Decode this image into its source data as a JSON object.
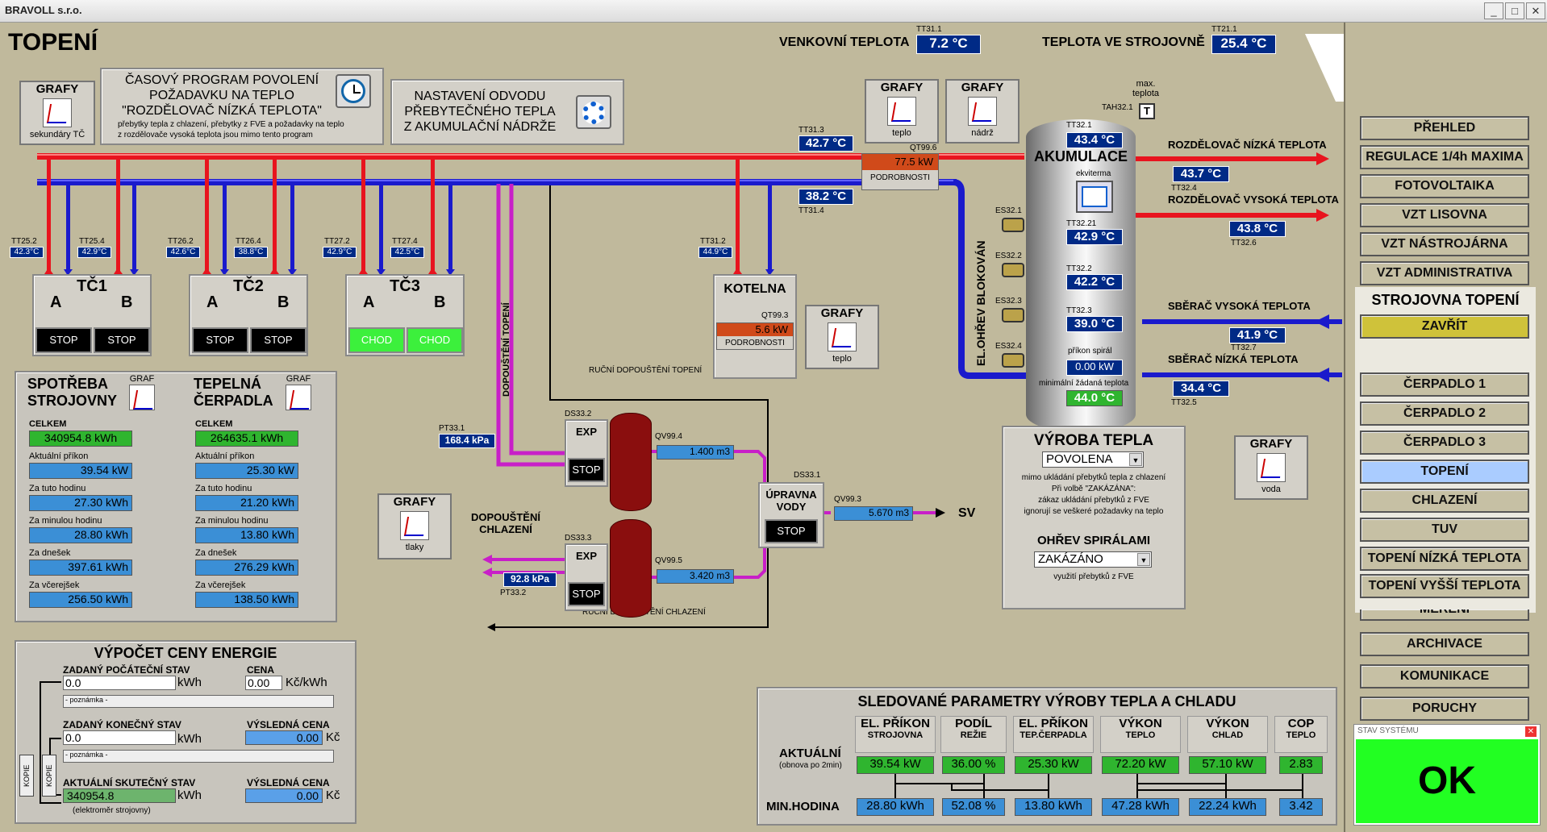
{
  "window": {
    "title": "BRAVOLL s.r.o.",
    "min": "_",
    "max": "□",
    "close": "✕"
  },
  "page": {
    "title": "TOPENÍ"
  },
  "top": {
    "venk_label": "VENKOVNÍ TEPLOTA",
    "venk_tag": "TT31.1",
    "venk_val": "7.2 °C",
    "stroj_label": "TEPLOTA VE STROJOVNĚ",
    "stroj_tag": "TT21.1",
    "stroj_val": "25.4 °C"
  },
  "grafy": {
    "label": "GRAFY",
    "sekundary": "sekundáry TČ",
    "teplo": "teplo",
    "nadrz": "nádrž",
    "tlaky": "tlaky",
    "voda": "voda",
    "teplo2": "teplo"
  },
  "program": {
    "line1": "ČASOVÝ PROGRAM POVOLENÍ",
    "line2": "POŽADAVKU NA TEPLO",
    "line3": "\"ROZDĚLOVAČ NÍZKÁ TEPLOTA\"",
    "note1": "přebytky tepla z chlazení, přebytky z FVE a požadavky na teplo",
    "note2": "z rozdělovače vysoká teplota jsou mimo tento program"
  },
  "odvod": {
    "line1": "NASTAVENÍ ODVODU",
    "line2": "PŘEBYTEČNÉHO TEPLA",
    "line3": "Z AKUMULAČNÍ NÁDRŽE"
  },
  "sensors": {
    "tt313_tag": "TT31.3",
    "tt313": "42.7 °C",
    "tt314_tag": "TT31.4",
    "tt314": "38.2 °C",
    "qt996_tag": "QT99.6",
    "qt996": "77.5 kW",
    "podrobnosti": "PODROBNOSTI",
    "tt252_tag": "TT25.2",
    "tt252": "42.3°C",
    "tt254_tag": "TT25.4",
    "tt254": "42.9°C",
    "tt262_tag": "TT26.2",
    "tt262": "42.6°C",
    "tt264_tag": "TT26.4",
    "tt264": "38.8°C",
    "tt272_tag": "TT27.2",
    "tt272": "42.9°C",
    "tt274_tag": "TT27.4",
    "tt274": "42.5°C",
    "tt312_tag": "TT31.2",
    "tt312": "44.9°C"
  },
  "tc": [
    {
      "name": "TČ1",
      "a": "A",
      "b": "B",
      "sa": "STOP",
      "sb": "STOP"
    },
    {
      "name": "TČ2",
      "a": "A",
      "b": "B",
      "sa": "STOP",
      "sb": "STOP"
    },
    {
      "name": "TČ3",
      "a": "A",
      "b": "B",
      "sa": "CHOD",
      "sb": "CHOD"
    }
  ],
  "kotelna": {
    "title": "KOTELNA",
    "tag": "QT99.3",
    "val": "5.6 kW",
    "pod": "PODROBNOSTI"
  },
  "akum": {
    "title": "AKUMULACE",
    "ekviterm": "ekviterma",
    "max": "max.",
    "teplota": "teplota",
    "tah": "TAH32.1",
    "t": "T",
    "tt321_tag": "TT32.1",
    "tt321": "43.4 °C",
    "tt3221_tag": "TT32.21",
    "tt3221": "42.9 °C",
    "tt322_tag": "TT32.2",
    "tt322": "42.2 °C",
    "tt323_tag": "TT32.3",
    "tt323": "39.0 °C",
    "prikon_label": "příkon spirál",
    "prikon": "0.00 kW",
    "min_label": "minimální žádaná teplota",
    "min": "44.0 °C",
    "elohrev": "EL.OHŘEV BLOKOVÁN",
    "es1": "ES32.1",
    "es2": "ES32.2",
    "es3": "ES32.3",
    "es4": "ES32.4"
  },
  "right_pipes": {
    "rnt": "ROZDĚLOVAČ NÍZKÁ TEPLOTA",
    "rnt_val": "43.7 °C",
    "rnt_tag": "TT32.4",
    "rvt": "ROZDĚLOVAČ VYSOKÁ TEPLOTA",
    "rvt_val": "43.8 °C",
    "rvt_tag": "TT32.6",
    "svt": "SBĚRAČ VYSOKÁ TEPLOTA",
    "svt_val": "41.9 °C",
    "svt_tag": "TT32.7",
    "snt": "SBĚRAČ NÍZKÁ TEPLOTA",
    "snt_val": "34.4 °C",
    "snt_tag": "TT32.5"
  },
  "water": {
    "dopousteni_topeni": "DOPOUŠTĚNÍ TOPENÍ",
    "rucni_topeni": "RUČNÍ DOPOUŠTĚNÍ TOPENÍ",
    "rucni_chlazeni": "RUČNÍ DOPOUŠTĚNÍ CHLAZENÍ",
    "dop_chlazeni1": "DOPOUŠTĚNÍ",
    "dop_chlazeni2": "CHLAZENÍ",
    "pt331_tag": "PT33.1",
    "pt331": "168.4 kPa",
    "pt332_tag": "PT33.2",
    "pt332": "92.8 kPa",
    "ds332": "DS33.2",
    "ds333": "DS33.3",
    "ds331": "DS33.1",
    "exp": "EXP",
    "stop": "STOP",
    "qv994_tag": "QV99.4",
    "qv994": "1.400 m3",
    "qv995_tag": "QV99.5",
    "qv995": "3.420 m3",
    "qv993_tag": "QV99.3",
    "qv993": "5.670 m3",
    "upravna1": "ÚPRAVNA",
    "upravna2": "VODY",
    "sv": "SV"
  },
  "vyroba": {
    "title": "VÝROBA TEPLA",
    "select": "POVOLENA",
    "n1": "mimo ukládání přebytků tepla z chlazení",
    "n2": "Při volbě \"ZAKÁZÁNA\":",
    "n3": "zákaz ukládání přebytků z FVE",
    "n4": "ignorují se veškeré požadavky na teplo",
    "ohrev": "OHŘEV SPIRÁLAMI",
    "select2": "ZAKÁZÁNO",
    "n5": "využití přebytků z FVE"
  },
  "spotreba": {
    "t1": "SPOTŘEBA",
    "t2": "STROJOVNY",
    "graf": "GRAF",
    "celkem_l": "CELKEM",
    "celkem": "340954.8 kWh",
    "ap_l": "Aktuální příkon",
    "ap": "39.54 kW",
    "tuh_l": "Za tuto hodinu",
    "tuh": "27.30 kWh",
    "min_l": "Za minulou hodinu",
    "min": "28.80 kWh",
    "dnes_l": "Za dnešek",
    "dnes": "397.61 kWh",
    "vcer_l": "Za včerejšek",
    "vcer": "256.50 kWh"
  },
  "cerpadla": {
    "t1": "TEPELNÁ",
    "t2": "ČERPADLA",
    "graf": "GRAF",
    "celkem_l": "CELKEM",
    "celkem": "264635.1 kWh",
    "ap_l": "Aktuální příkon",
    "ap": "25.30 kW",
    "tuh_l": "Za tuto hodinu",
    "tuh": "21.20 kWh",
    "min_l": "Za minulou hodinu",
    "min": "13.80 kWh",
    "dnes_l": "Za dnešek",
    "dnes": "276.29 kWh",
    "vcer_l": "Za včerejšek",
    "vcer": "138.50 kWh"
  },
  "cena": {
    "title": "VÝPOČET CENY ENERGIE",
    "poc_l": "ZADANÝ POČÁTEČNÍ STAV",
    "poc": "0.0",
    "kwh": "kWh",
    "cena_l": "CENA",
    "cena": "0.00",
    "kc_kwh": "Kč/kWh",
    "poznamka": "- poznámka -",
    "kon_l": "ZADANÝ KONEČNÝ STAV",
    "kon": "0.0",
    "vysl_l": "VÝSLEDNÁ CENA",
    "vysl1": "0.00",
    "kc": "Kč",
    "akt_l": "AKTUÁLNÍ SKUTEČNÝ STAV",
    "akt": "340954.8",
    "elektromer": "(elektroměr strojovny)",
    "vysl2": "0.00",
    "kopie": "KOPIE"
  },
  "param": {
    "title": "SLEDOVANÉ PARAMETRY VÝROBY TEPLA A CHLADU",
    "cols": [
      {
        "h1": "EL. PŘÍKON",
        "h2": "STROJOVNA",
        "a": "39.54 kW",
        "m": "28.80 kWh"
      },
      {
        "h1": "PODÍL",
        "h2": "REŽIE",
        "a": "36.00 %",
        "m": "52.08 %"
      },
      {
        "h1": "EL. PŘÍKON",
        "h2": "TEP.ČERPADLA",
        "a": "25.30 kW",
        "m": "13.80 kWh"
      },
      {
        "h1": "VÝKON",
        "h2": "TEPLO",
        "a": "72.20 kW",
        "m": "47.28 kWh"
      },
      {
        "h1": "VÝKON",
        "h2": "CHLAD",
        "a": "57.10 kW",
        "m": "22.24 kWh"
      },
      {
        "h1": "COP",
        "h2": "TEPLO",
        "a": "2.83",
        "m": "3.42"
      }
    ],
    "aktualni": "AKTUÁLNÍ",
    "obnova": "(obnova po 2min)",
    "minhod": "MIN.HODINA"
  },
  "sidebar": {
    "items": [
      "PŘEHLED",
      "REGULACE 1/4h MAXIMA",
      "FOTOVOLTAIKA",
      "VZT LISOVNA",
      "VZT NÁSTROJÁRNA",
      "VZT ADMINISTRATIVA"
    ],
    "sub_title": "STROJOVNA TOPENÍ",
    "zavrit": "ZAVŘÍT",
    "sub": [
      "ČERPADLO 1",
      "ČERPADLO 2",
      "ČERPADLO 3",
      "TOPENÍ",
      "CHLAZENÍ",
      "TUV",
      "TOPENÍ NÍZKÁ TEPLOTA",
      "TOPENÍ VYŠŠÍ TEPLOTA"
    ],
    "mereni": "MĚŘENÍ",
    "bottom": [
      "ARCHIVACE",
      "KOMUNIKACE",
      "PORUCHY"
    ],
    "stav_title": "STAV SYSTÉMU",
    "stav": "OK"
  },
  "colors": {
    "hot": "#e8141e",
    "cold": "#1a1acc",
    "magenta": "#c81fc8",
    "ok": "#22ff22"
  }
}
